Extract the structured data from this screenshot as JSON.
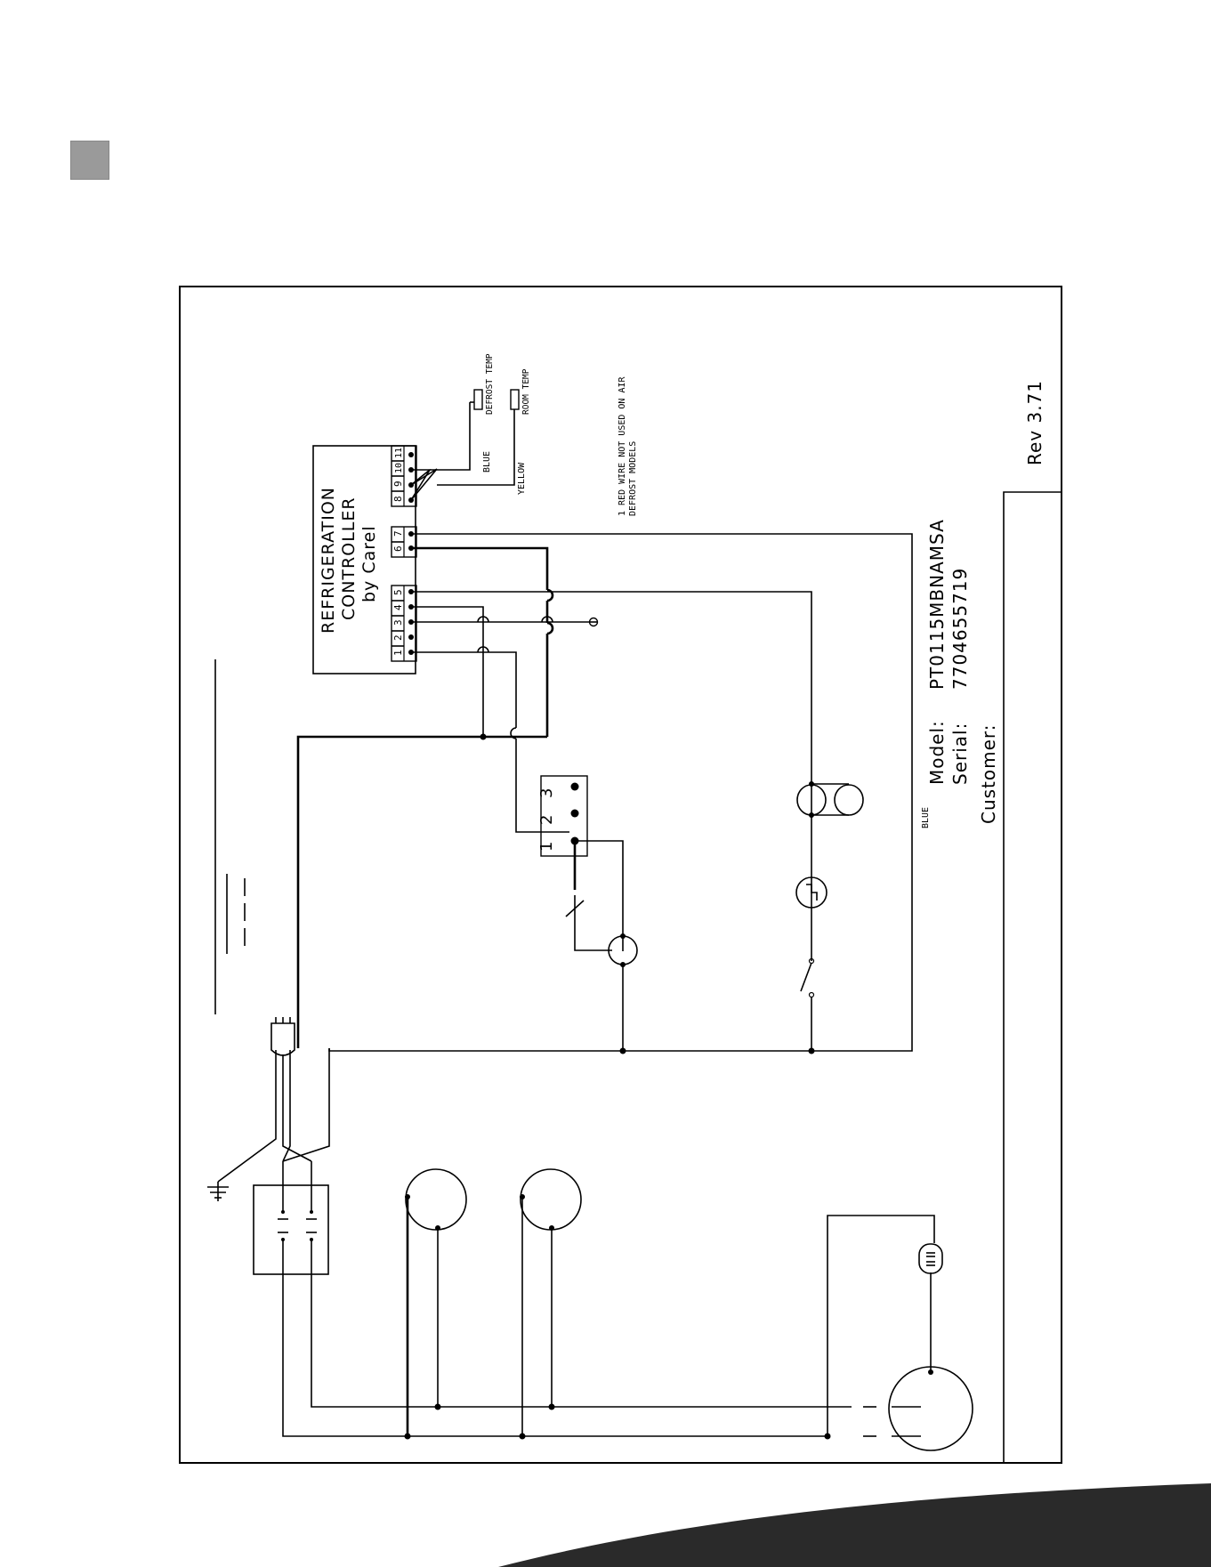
{
  "controller": {
    "line1": "REFRIGERATION",
    "line2": "CONTROLLER",
    "line3": "by Carel",
    "terminals": [
      "1",
      "2",
      "3",
      "4",
      "5",
      "6",
      "7",
      "8",
      "9",
      "10",
      "11"
    ]
  },
  "sensors": {
    "defrost": "DEFROST TEMP",
    "room": "ROOM TEMP",
    "blue_wire": "BLUE",
    "yellow_wire": "YELLOW"
  },
  "note": {
    "line1": "1 RED WIRE NOT USED ON AIR",
    "line2": "DEFROST MODELS"
  },
  "relay_block": {
    "t1": "1",
    "t2": "2",
    "t3": "3"
  },
  "blue_label": "BLUE",
  "title_block": {
    "model_label": "Model:",
    "model_value": "PT0115MBNAMSA",
    "serial_label": "Serial:",
    "serial_value": "7704655719",
    "customer_label": "Customer:",
    "rev": "Rev 3.71"
  },
  "colors": {
    "ink": "#000000",
    "marker": "#9a9a9a",
    "swoosh": "#2a2a2a"
  }
}
